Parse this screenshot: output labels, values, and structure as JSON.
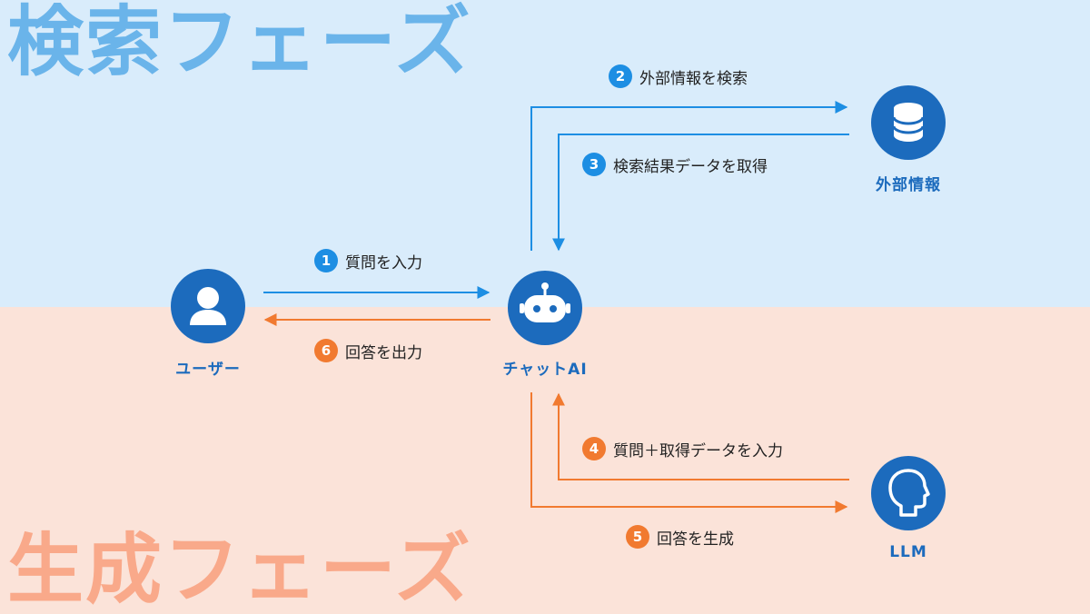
{
  "phases": {
    "search_title": "検索フェーズ",
    "generate_title": "生成フェーズ"
  },
  "nodes": {
    "user": {
      "label": "ユーザー",
      "icon": "user-icon"
    },
    "chat_ai": {
      "label": "チャットAI",
      "icon": "robot-icon"
    },
    "external": {
      "label": "外部情報",
      "icon": "database-icon"
    },
    "llm": {
      "label": "LLM",
      "icon": "human-head-icon"
    }
  },
  "steps": [
    {
      "number": "1",
      "label": "質問を入力"
    },
    {
      "number": "2",
      "label": "外部情報を検索"
    },
    {
      "number": "3",
      "label": "検索結果データを取得"
    },
    {
      "number": "4",
      "label": "質問＋取得データを入力"
    },
    {
      "number": "5",
      "label": "回答を生成"
    },
    {
      "number": "6",
      "label": "回答を出力"
    }
  ],
  "colors": {
    "search_band": "#d9ecfb",
    "generate_band": "#fbe3d9",
    "node_blue": "#1c6bbd",
    "arrow_blue": "#1d8ee3",
    "arrow_orange": "#f17a30"
  }
}
